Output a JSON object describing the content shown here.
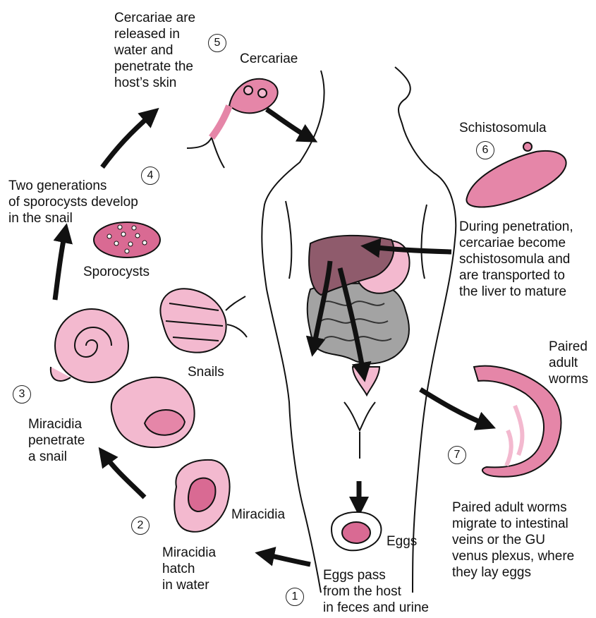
{
  "colors": {
    "pink_light": "#f3b9cf",
    "pink_mid": "#e586a8",
    "pink_dark": "#c94f7a",
    "liver": "#8f5b6c",
    "intestine": "#9c9c9c",
    "ink": "#111111"
  },
  "steps": [
    {
      "number": "1",
      "text": "Eggs pass\nfrom the host\nin feces and urine"
    },
    {
      "number": "2",
      "text": "Miracidia\nhatch\nin water"
    },
    {
      "number": "3",
      "text": "Miracidia\npenetrate\na snail"
    },
    {
      "number": "4",
      "text": "Two generations\nof sporocysts develop\nin the snail"
    },
    {
      "number": "5",
      "text": "Cercariae are\nreleased in\nwater and\npenetrate the\nhost’s skin"
    },
    {
      "number": "6",
      "text": "During penetration,\ncercariae become\nschistosomula and\nare transported to\nthe liver to mature"
    },
    {
      "number": "7",
      "text": "Paired adult worms\nmigrate to intestinal\nveins or the GU\nvenus plexus, where\nthey lay eggs"
    }
  ],
  "labels": {
    "eggs": "Eggs",
    "miracidia": "Miracidia",
    "snails": "Snails",
    "sporocysts": "Sporocysts",
    "cercariae": "Cercariae",
    "schistosomula": "Schistosomula",
    "paired_adult_worms": "Paired\nadult\nworms"
  },
  "icons": [
    "cercaria-icon",
    "schistosomula-icon",
    "sporocyst-icon",
    "snail-icon",
    "miracidium-icon",
    "egg-icon",
    "paired-worms-icon",
    "human-body-icon",
    "liver-icon",
    "intestine-icon"
  ]
}
